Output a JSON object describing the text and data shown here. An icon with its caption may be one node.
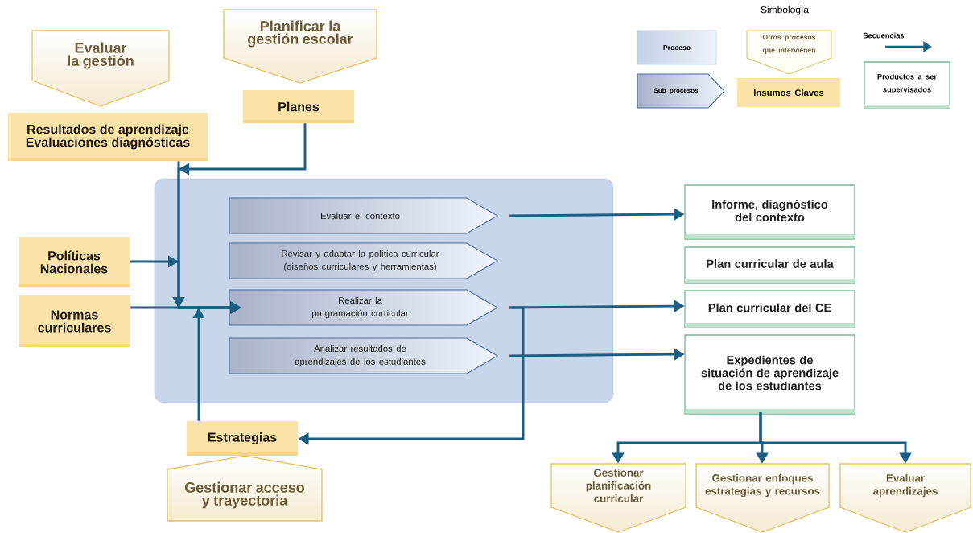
{
  "diagram": {
    "nodes": [
      {
        "text": [
          "Evaluar la gestión"
        ]
      },
      {
        "text": [
          "Planificar la gestión escolar"
        ]
      },
      {
        "text": [
          "Resultados de aprendizaje Evaluaciones diagnósticas"
        ]
      },
      {
        "text": [
          "Planes"
        ]
      },
      {
        "text": [
          "Políticas Nacionales"
        ]
      },
      {
        "text": [
          "Normas curriculares"
        ]
      },
      {
        "text": [],
        "shape": "box"
      },
      {
        "text": [
          "Evaluar el contexto"
        ],
        "in": 6
      },
      {
        "text": [
          "Revisar y adaptar la política curricular (diseños curriculares y herramientas)"
        ],
        "in": 6
      },
      {
        "text": [
          "Realizar la programación curricular"
        ],
        "in": 6
      },
      {
        "text": [
          "Analizar resultados de aprendizajes de los estudiantes"
        ],
        "in": 6
      },
      {
        "text": [
          "Informe, diagnóstico del contexto"
        ]
      },
      {
        "text": [
          "Plan curricular de aula"
        ]
      },
      {
        "text": [
          "Plan curricular del CE"
        ]
      },
      {
        "text": [
          "Expedientes de situación de aprendizaje de los estudiantes"
        ]
      },
      {
        "text": [
          "Estrategias"
        ]
      },
      {
        "text": [
          "Gestionar acceso y trayectoria"
        ]
      },
      {
        "text": [
          "Gestionar planificación curricular"
        ]
      },
      {
        "text": [
          "Gestionar enfoques estrategias y recursos"
        ]
      },
      {
        "text": [
          "Evaluar aprendizajes"
        ]
      }
    ],
    "edges": [
      {
        "from": 2,
        "to": 9,
        "arrow": "to"
      },
      {
        "from": 3,
        "to": 9,
        "arrow": "to"
      },
      {
        "from": 4,
        "to": 9,
        "arrow": "to"
      },
      {
        "from": 5,
        "to": 9,
        "arrow": "to"
      },
      {
        "from": 15,
        "to": 9,
        "arrow": "to"
      },
      {
        "from": 9,
        "to": 15,
        "arrow": "to"
      },
      {
        "from": 7,
        "to": 11,
        "arrow": "to"
      },
      {
        "from": 9,
        "to": 13,
        "arrow": "to"
      },
      {
        "from": 10,
        "to": 14,
        "arrow": "to"
      },
      {
        "from": 14,
        "to": 17,
        "arrow": "to"
      },
      {
        "from": 14,
        "to": 18,
        "arrow": "to"
      },
      {
        "from": 14,
        "to": 19,
        "arrow": "to"
      }
    ],
    "labels": [
      "Simbología"
    ],
    "legend": [
      {
        "text": "Proceso"
      },
      {
        "text": "Sub procesos"
      },
      {
        "text": "Otros procesos que intervienen"
      },
      {
        "text": "Insumos Claves"
      },
      {
        "text": "Secuencias"
      },
      {
        "text": "Productos a ser supervisados"
      }
    ]
  }
}
